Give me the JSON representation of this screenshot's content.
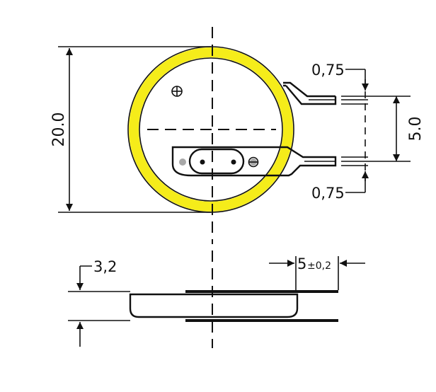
{
  "colors": {
    "cell_body": "#f5ec1a",
    "ink": "#111111",
    "background": "#ffffff",
    "contact_hole": "#a8a8a8"
  },
  "icons": {
    "positive": "plus-circle-icon",
    "negative": "minus-circle-icon"
  },
  "dimensions": {
    "diameter": "20.0",
    "pin_pitch": "5.0",
    "pin_thickness_top": "0,75",
    "pin_thickness_bottom": "0,75",
    "height": "3,2",
    "lead_length_value": "5",
    "lead_length_tolerance": "±0,2"
  }
}
